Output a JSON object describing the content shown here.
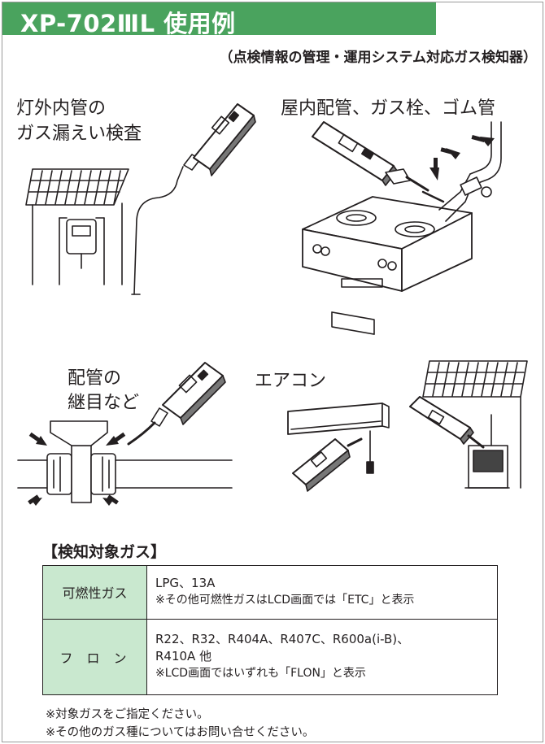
{
  "header": {
    "title": "XP-702ⅢL 使用例",
    "subtitle": "（点検情報の管理・運用システム対応ガス検知器）"
  },
  "scenes": {
    "outdoor_pipe": [
      "灯外内管の",
      "ガス漏えい検査"
    ],
    "indoor": "屋内配管、ガス栓、ゴム管",
    "joints": [
      "配管の",
      "継目など"
    ],
    "aircon": "エアコン"
  },
  "gas_section": {
    "title": "【検知対象ガス】",
    "rows": [
      {
        "name": "可燃性ガス",
        "lines": [
          "LPG、13A"
        ],
        "note": "※その他可燃性ガスはLCD画面では「ETC」と表示"
      },
      {
        "name": "フロン",
        "lines": [
          "R22、R32、R404A、R407C、R600a(i-B)、",
          "R410A 他"
        ],
        "note": "※LCD画面ではいずれも「FLON」と表示"
      }
    ]
  },
  "footnotes": [
    "※対象ガスをご指定ください。",
    "※その他のガス種についてはお問い合せください。"
  ],
  "colors": {
    "header_bg": "#4aa35e",
    "table_label_bg": "#c9e8cf",
    "ink": "#231f20"
  }
}
